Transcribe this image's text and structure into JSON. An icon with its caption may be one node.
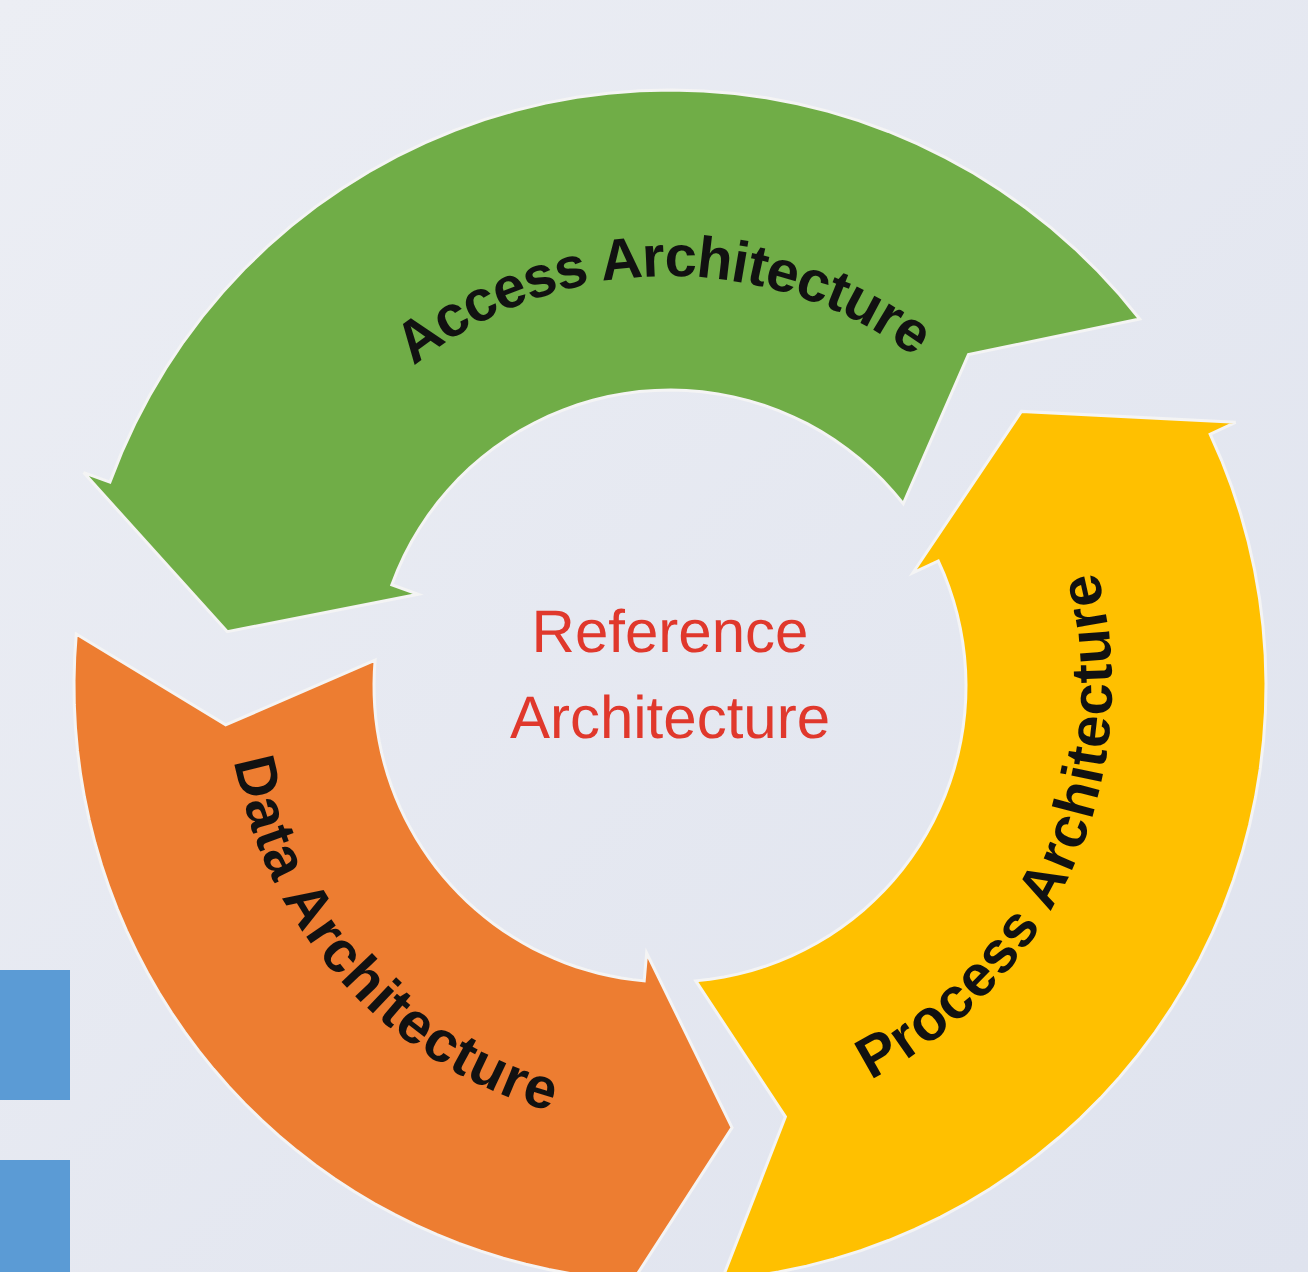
{
  "diagram": {
    "nodes": [
      {
        "text": [
          "Access Architecture"
        ]
      },
      {
        "text": [
          "Process Architecture"
        ]
      },
      {
        "text": [
          "Data Architecture"
        ]
      },
      {
        "text": [
          "Reference Architecture"
        ]
      }
    ]
  }
}
